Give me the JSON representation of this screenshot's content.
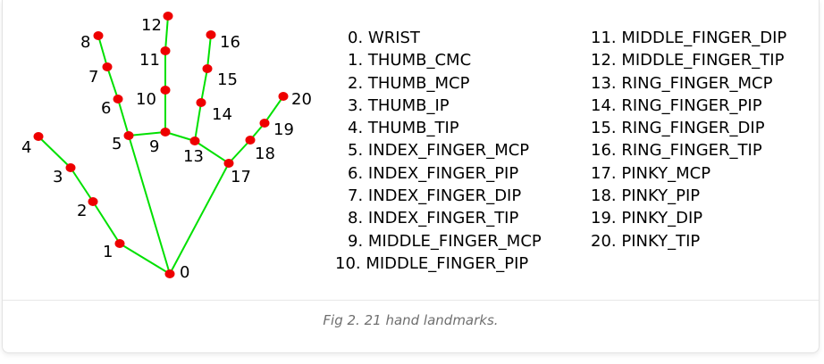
{
  "caption": "Fig 2. 21 hand landmarks.",
  "colors": {
    "connection": "#00e000",
    "landmark": "#ee0000",
    "label": "#000000"
  },
  "landmarks": [
    {
      "id": "0",
      "name": "0. WRIST"
    },
    {
      "id": "1",
      "name": "1. THUMB_CMC"
    },
    {
      "id": "2",
      "name": "2. THUMB_MCP"
    },
    {
      "id": "3",
      "name": "3. THUMB_IP"
    },
    {
      "id": "4",
      "name": "4. THUMB_TIP"
    },
    {
      "id": "5",
      "name": "5. INDEX_FINGER_MCP"
    },
    {
      "id": "6",
      "name": "6. INDEX_FINGER_PIP"
    },
    {
      "id": "7",
      "name": "7. INDEX_FINGER_DIP"
    },
    {
      "id": "8",
      "name": "8. INDEX_FINGER_TIP"
    },
    {
      "id": "9",
      "name": "9. MIDDLE_FINGER_MCP"
    },
    {
      "id": "10",
      "name": "10. MIDDLE_FINGER_PIP"
    },
    {
      "id": "11",
      "name": "11. MIDDLE_FINGER_DIP"
    },
    {
      "id": "12",
      "name": "12. MIDDLE_FINGER_TIP"
    },
    {
      "id": "13",
      "name": "13. RING_FINGER_MCP"
    },
    {
      "id": "14",
      "name": "14. RING_FINGER_PIP"
    },
    {
      "id": "15",
      "name": "15. RING_FINGER_DIP"
    },
    {
      "id": "16",
      "name": "16. RING_FINGER_TIP"
    },
    {
      "id": "17",
      "name": "17. PINKY_MCP"
    },
    {
      "id": "18",
      "name": "18. PINKY_PIP"
    },
    {
      "id": "19",
      "name": "19. PINKY_DIP"
    },
    {
      "id": "20",
      "name": "20. PINKY_TIP"
    }
  ]
}
